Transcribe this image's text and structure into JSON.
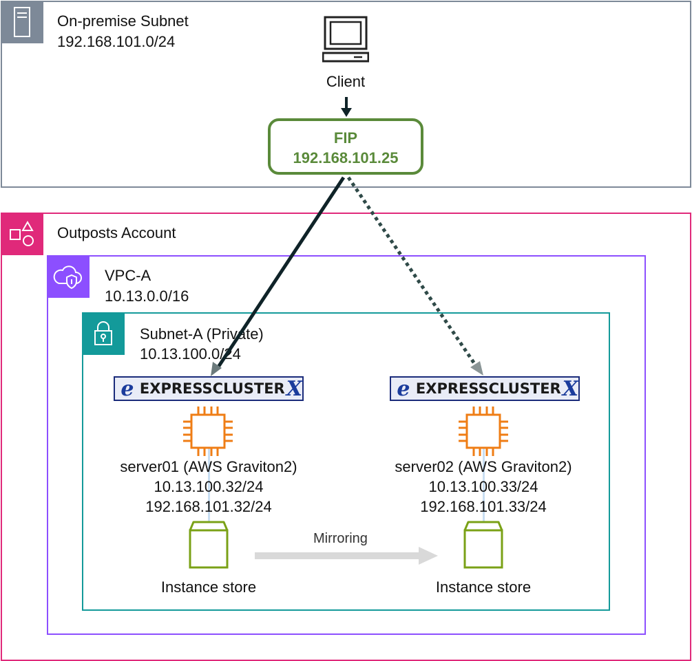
{
  "onpremise": {
    "title": "On-premise Subnet",
    "cidr": "192.168.101.0/24"
  },
  "client": {
    "label": "Client"
  },
  "fip": {
    "label": "FIP",
    "ip": "192.168.101.25"
  },
  "outposts": {
    "title": "Outposts Account"
  },
  "vpc": {
    "title": "VPC-A",
    "cidr": "10.13.0.0/16"
  },
  "subnet": {
    "title": "Subnet-A (Private)",
    "cidr": "10.13.100.0/24"
  },
  "servers": [
    {
      "logo_text": "EXPRESSCLUSTER",
      "name": "server01 (AWS Graviton2)",
      "ip1": "10.13.100.32/24",
      "ip2": "192.168.101.32/24",
      "storage": "Instance store"
    },
    {
      "logo_text": "EXPRESSCLUSTER",
      "name": "server02 (AWS Graviton2)",
      "ip1": "10.13.100.33/24",
      "ip2": "192.168.101.33/24",
      "storage": "Instance store"
    }
  ],
  "mirroring": {
    "label": "Mirroring"
  },
  "colors": {
    "onpremise_border": "#7d8998",
    "outposts_border": "#e0297a",
    "vpc_border": "#8c4fff",
    "subnet_border": "#139a9a",
    "fip_green": "#5a8a3a",
    "compute_orange": "#ef7d15",
    "storage_green": "#7aa116",
    "active_line": "#0f2328",
    "standby_line": "#2f4a48"
  }
}
